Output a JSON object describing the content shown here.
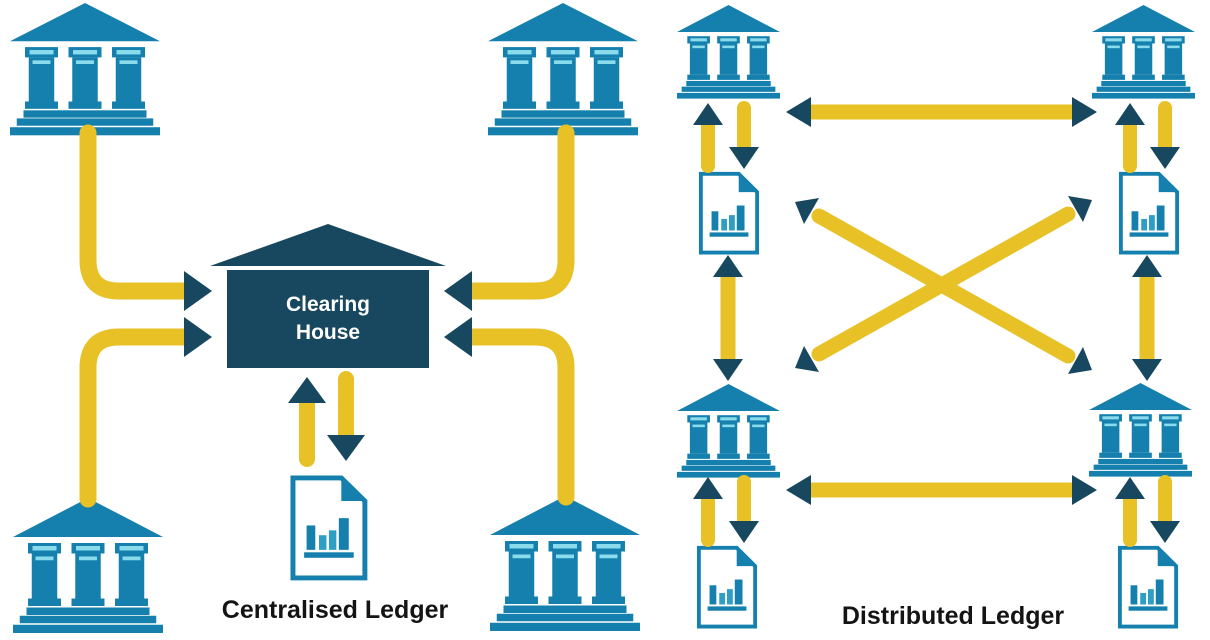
{
  "colors": {
    "background": "#FFFFFF",
    "bank-blue": "#1580AD",
    "bank-light": "#8ADBEC",
    "navy": "#17485F",
    "arrow-yellow": "#E8C127",
    "bar-mid": "#2F9EC4",
    "doc-fill": "#FFFFFF",
    "hub-text": "#FFFFFF",
    "label-text": "#141414"
  },
  "left_panel": {
    "caption": "Centralised Ledger",
    "hub_label": "Clearing\nHouse",
    "banks": [
      "top-left",
      "top-right",
      "bottom-left",
      "bottom-right"
    ],
    "ledgers": [
      "central"
    ],
    "connections": [
      "bank-top-left → clearing-house",
      "bank-bottom-left → clearing-house",
      "bank-top-right → clearing-house",
      "bank-bottom-right → clearing-house",
      "clearing-house ⇅ central-ledger"
    ]
  },
  "right_panel": {
    "caption": "Distributed Ledger",
    "banks": [
      "top-left",
      "top-right",
      "bottom-left",
      "bottom-right"
    ],
    "ledgers": [
      "top-left",
      "top-right",
      "bottom-left",
      "bottom-right"
    ],
    "connections": [
      "bank-top-left ⇅ ledger-top-left",
      "bank-top-right ⇅ ledger-top-right",
      "bank-bottom-left ⇅ ledger-bottom-left",
      "bank-bottom-right ⇅ ledger-bottom-right",
      "bank-top-left ⇄ bank-top-right",
      "bank-bottom-left ⇄ bank-bottom-right",
      "ledger-top-left ⇅ bank-bottom-left",
      "ledger-top-right ⇅ bank-bottom-right",
      "node-top-left ⇄ node-bottom-right (diagonal)",
      "node-bottom-left ⇄ node-top-right (diagonal)"
    ]
  }
}
